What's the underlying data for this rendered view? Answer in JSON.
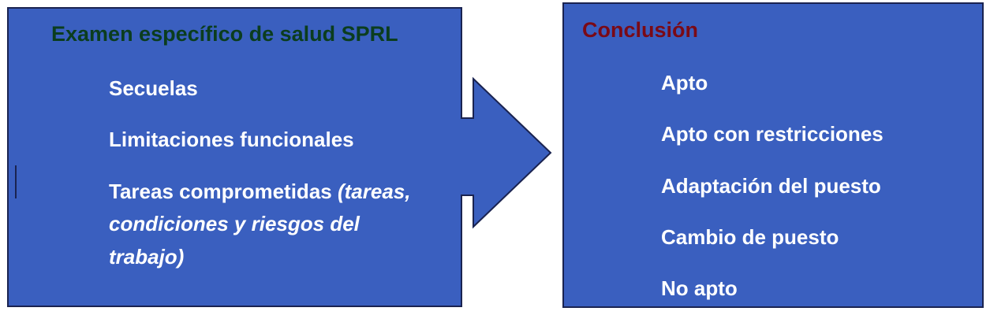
{
  "left_box": {
    "title": "Examen específico de salud SPRL",
    "items": [
      "Secuelas",
      "Limitaciones funcionales"
    ],
    "third_item": {
      "normal": "Tareas comprometidas ",
      "italic_line1": "(tareas,",
      "italic_line2": "condiciones y riesgos del",
      "italic_line3": "trabajo)"
    }
  },
  "right_box": {
    "title": "Conclusión",
    "items": [
      "Apto",
      "Apto con restricciones",
      "Adaptación del puesto",
      "Cambio de puesto",
      "No apto"
    ]
  },
  "colors": {
    "fill": "#3a5fbf",
    "border": "#1a2350",
    "left_title": "#0b3d1e",
    "right_title": "#7a0a16",
    "item_text": "#ffffff"
  }
}
